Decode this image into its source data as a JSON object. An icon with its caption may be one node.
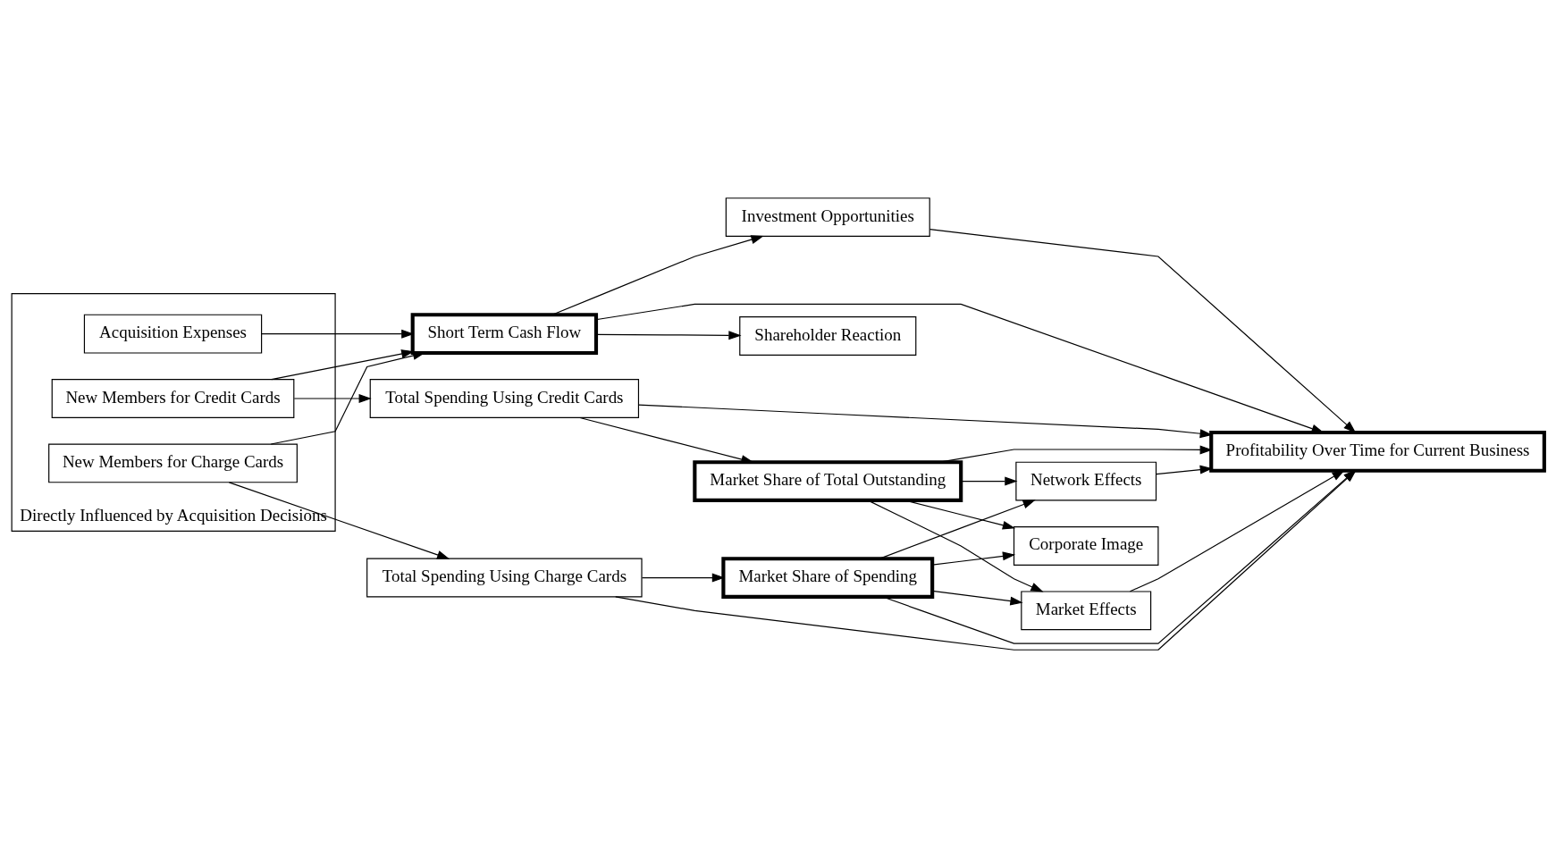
{
  "diagram": {
    "nodes": [
      {
        "text": [
          "Directly Influenced by Acquisition Decisions"
        ]
      },
      {
        "text": [
          "Acquisition Expenses"
        ],
        "in": 0
      },
      {
        "text": [
          "New Members for Charge Cards"
        ],
        "in": 0
      },
      {
        "text": [
          "New Members for Credit Cards"
        ],
        "in": 0
      },
      {
        "text": [
          "Total Spending Using Charge Cards"
        ]
      },
      {
        "text": [
          "Total Spending Using Credit Cards"
        ]
      },
      {
        "text": [
          "Short Term Cash Flow"
        ]
      },
      {
        "text": [
          "Market Share of Spending"
        ]
      },
      {
        "text": [
          "Market Share of Total Outstanding"
        ]
      },
      {
        "text": [
          "Shareholder Reaction"
        ]
      },
      {
        "text": [
          "Investment Opportunities"
        ]
      },
      {
        "text": [
          "Network Effects"
        ]
      },
      {
        "text": [
          "Market Effects"
        ]
      },
      {
        "text": [
          "Corporate Image"
        ]
      },
      {
        "text": [
          "Profitability Over Time for Current Business"
        ]
      }
    ],
    "edges": [
      {
        "from": 1,
        "to": 6,
        "arrow": "to"
      },
      {
        "from": 3,
        "to": 6,
        "arrow": "to"
      },
      {
        "from": 2,
        "to": 6,
        "arrow": "to"
      },
      {
        "from": 2,
        "to": 4,
        "arrow": "to"
      },
      {
        "from": 3,
        "to": 5,
        "arrow": "to"
      },
      {
        "from": 4,
        "to": 7,
        "arrow": "to"
      },
      {
        "from": 5,
        "to": 8,
        "arrow": "to"
      },
      {
        "from": 4,
        "to": 14,
        "arrow": "to"
      },
      {
        "from": 5,
        "to": 14,
        "arrow": "to"
      },
      {
        "from": 6,
        "to": 9,
        "arrow": "to"
      },
      {
        "from": 6,
        "to": 10,
        "arrow": "to"
      },
      {
        "from": 6,
        "to": 14,
        "arrow": "to"
      },
      {
        "from": 10,
        "to": 14,
        "arrow": "to"
      },
      {
        "from": 7,
        "to": 14,
        "arrow": "to"
      },
      {
        "from": 7,
        "to": 11,
        "arrow": "to"
      },
      {
        "from": 7,
        "to": 12,
        "arrow": "to"
      },
      {
        "from": 7,
        "to": 13,
        "arrow": "to"
      },
      {
        "from": 8,
        "to": 11,
        "arrow": "to"
      },
      {
        "from": 8,
        "to": 14,
        "arrow": "to"
      },
      {
        "from": 8,
        "to": 12,
        "arrow": "to"
      },
      {
        "from": 8,
        "to": 13,
        "arrow": "to"
      },
      {
        "from": 11,
        "to": 14,
        "arrow": "to"
      },
      {
        "from": 12,
        "to": 14,
        "arrow": "to"
      }
    ]
  }
}
